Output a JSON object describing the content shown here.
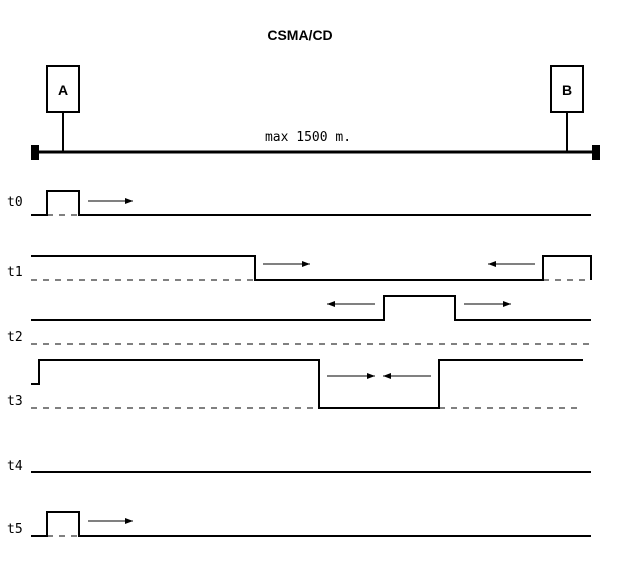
{
  "title": "CSMA/CD",
  "station_a": "A",
  "station_b": "B",
  "bus_label": "max 1500 m.",
  "time_labels": [
    "t0",
    "t1",
    "t2",
    "t3",
    "t4",
    "t5"
  ]
}
